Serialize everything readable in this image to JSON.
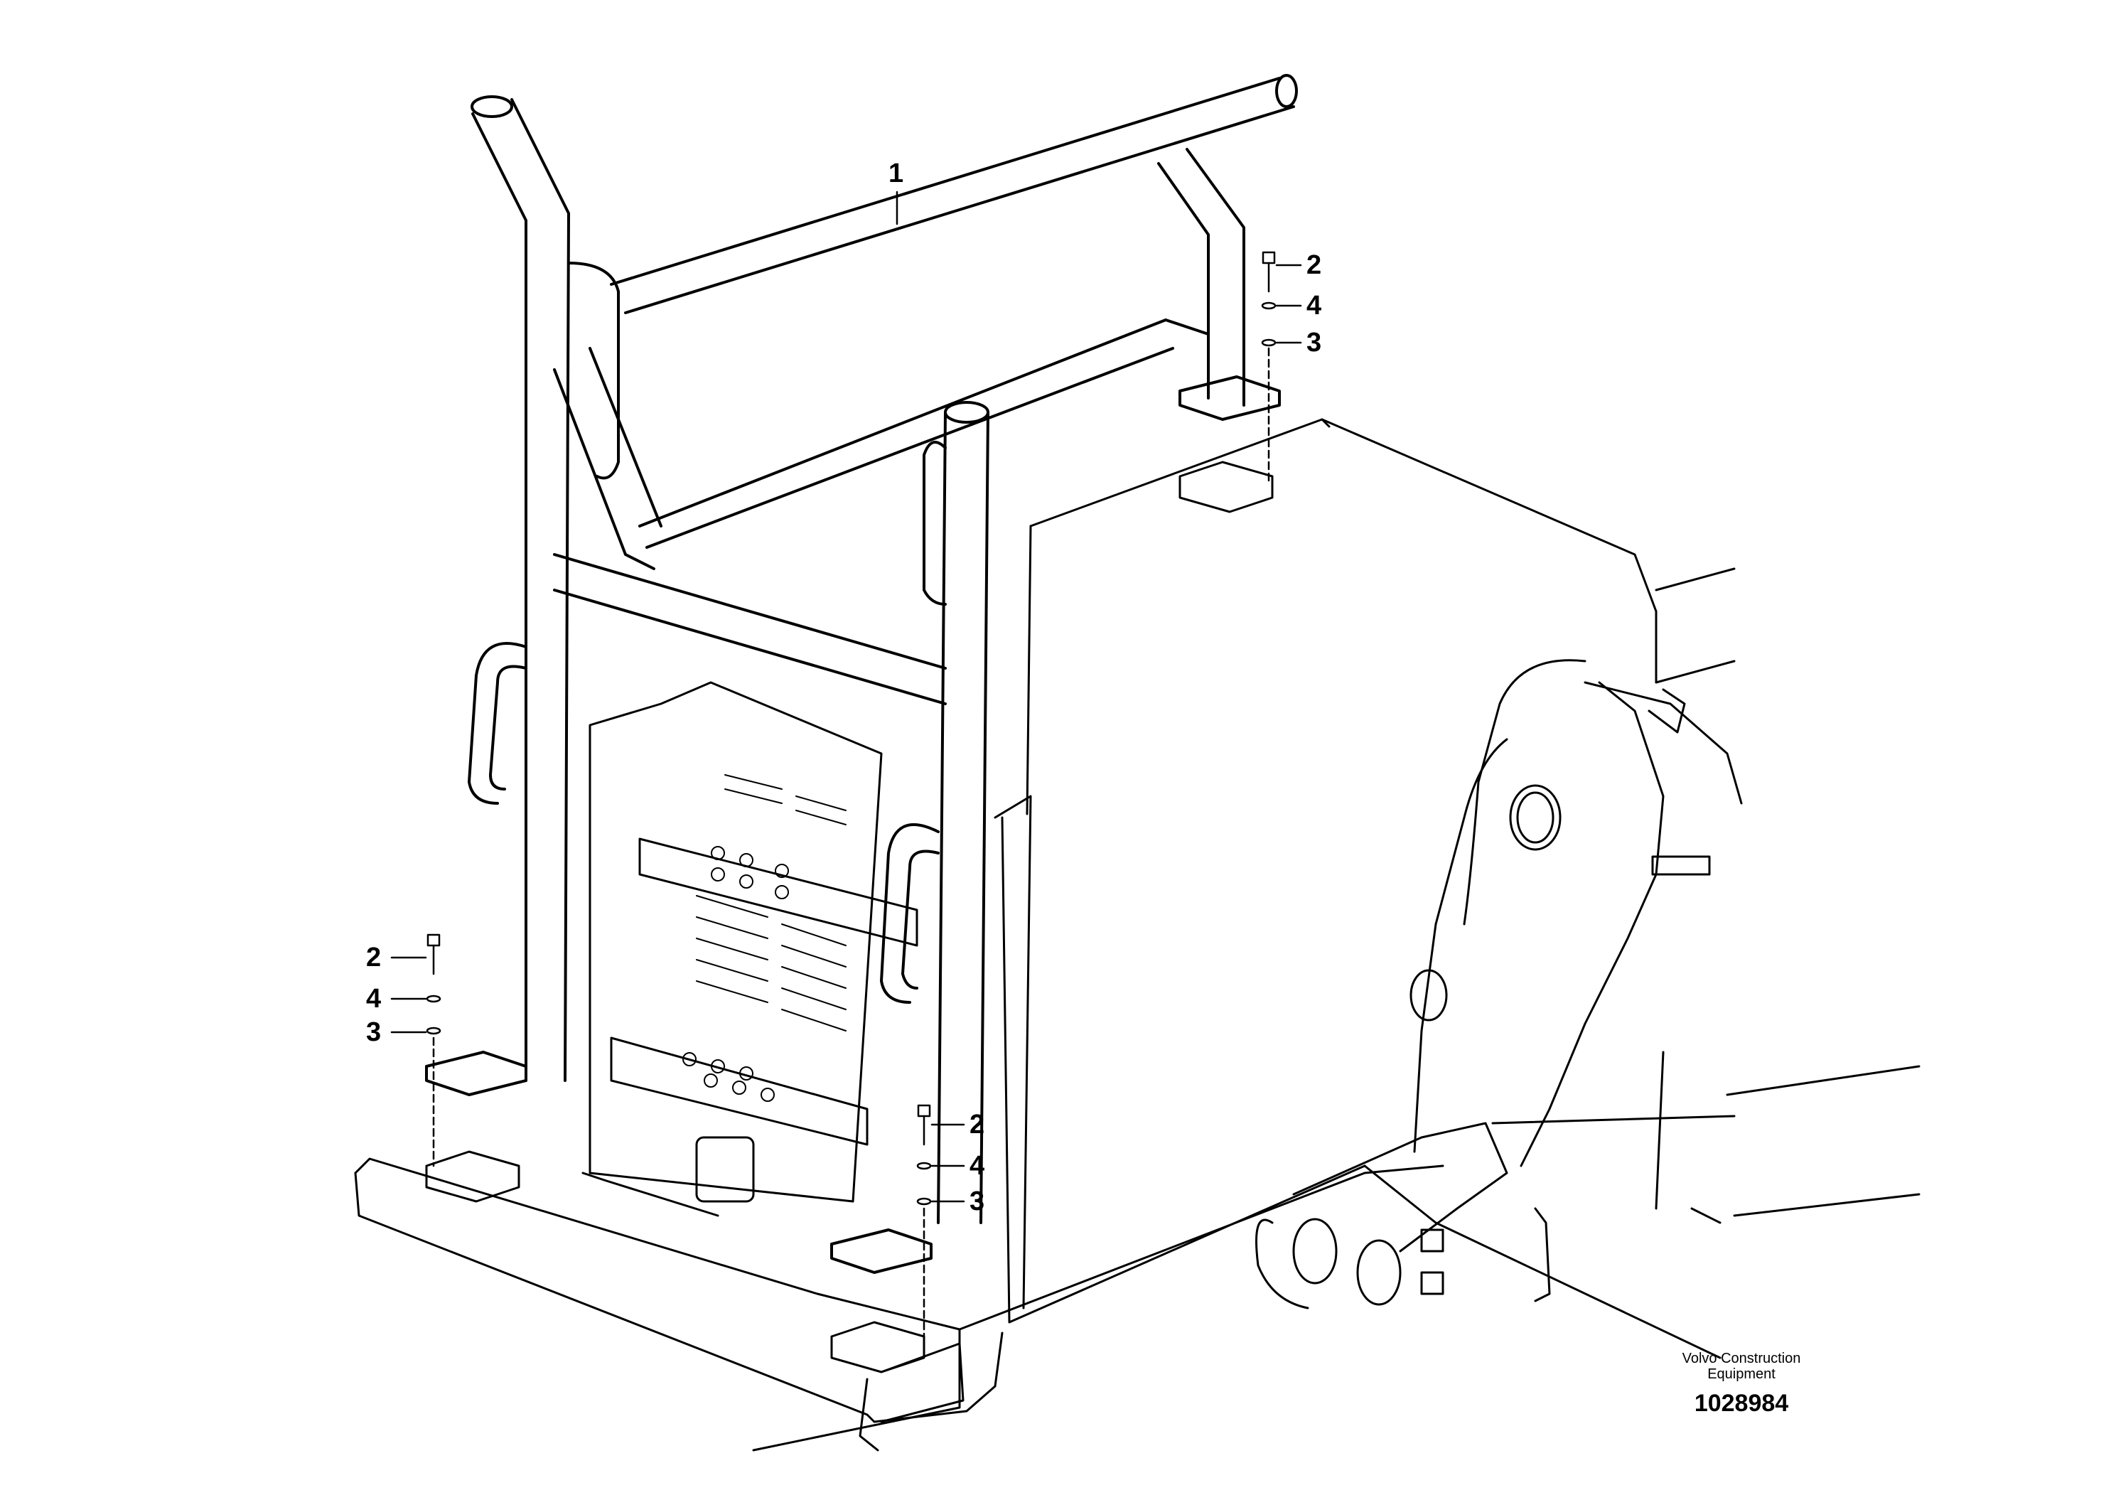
{
  "callouts": {
    "c1": "1",
    "c2a": "2",
    "c4a": "4",
    "c3a": "3",
    "c2b": "2",
    "c4b": "4",
    "c3b": "3",
    "c2c": "2",
    "c4c": "4",
    "c3c": "3"
  },
  "footer": {
    "maker_line1": "Volvo Construction",
    "maker_line2": "Equipment",
    "part_number": "1028984"
  }
}
